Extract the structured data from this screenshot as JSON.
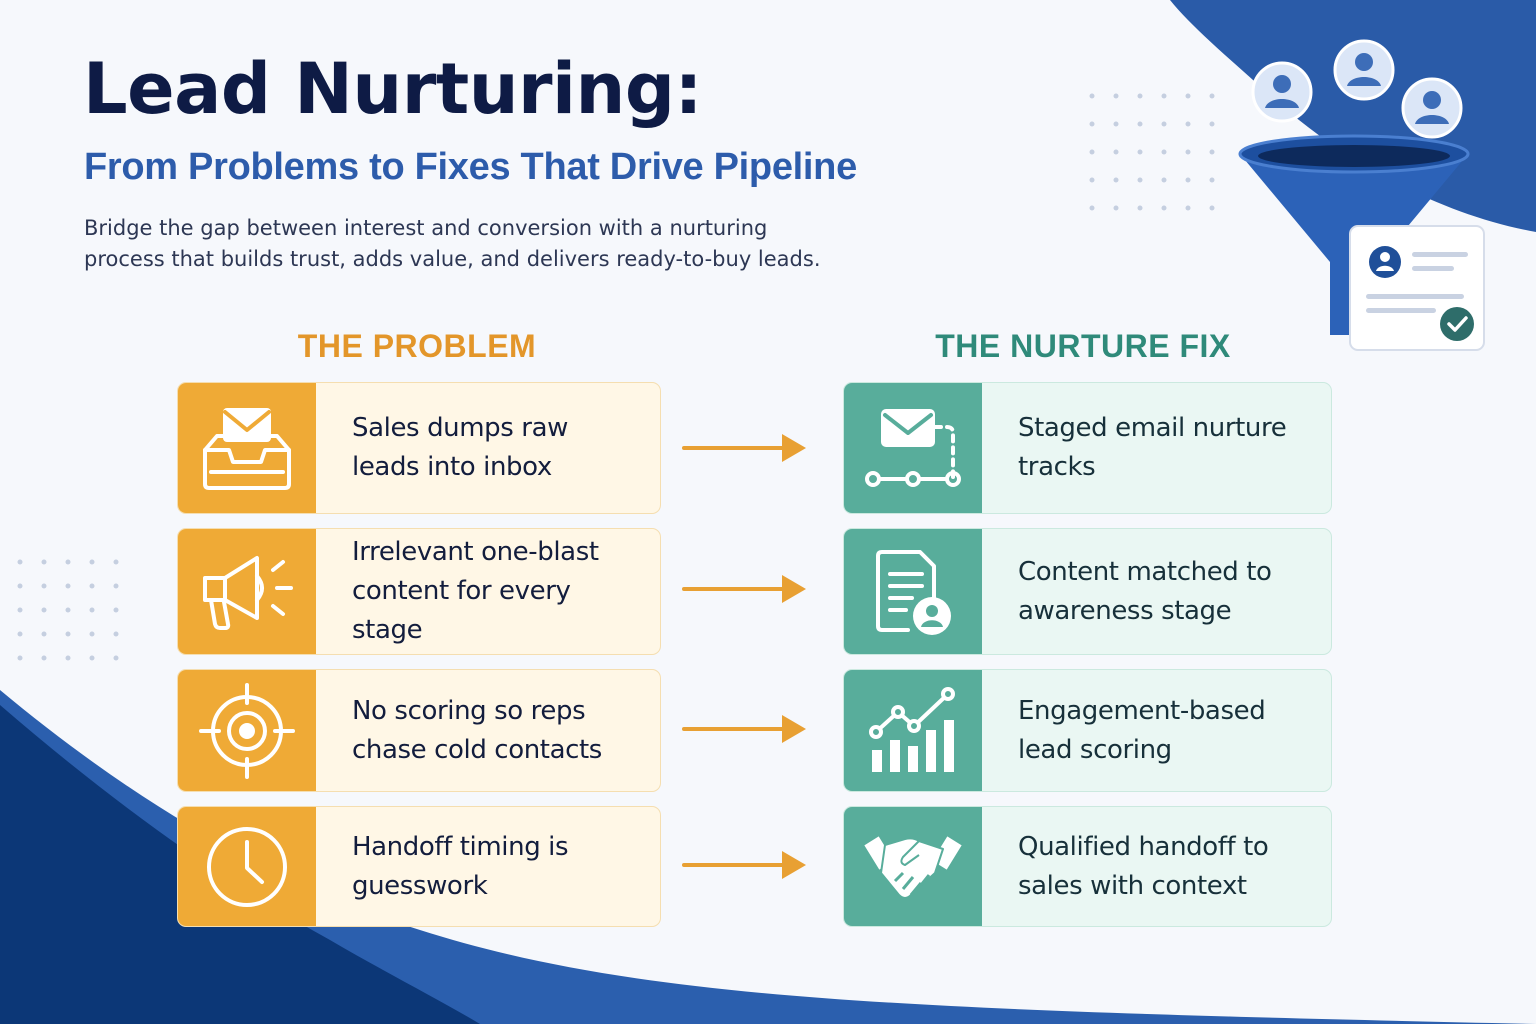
{
  "header": {
    "title": "Lead Nurturing:",
    "subtitle": "From Problems to Fixes That Drive Pipeline",
    "description": "Bridge the gap between interest and conversion with a nurturing process that builds trust, adds value, and delivers ready-to-buy leads."
  },
  "columns": {
    "problem_heading": "THE PROBLEM",
    "fix_heading": "THE NURTURE FIX"
  },
  "rows": [
    {
      "problem": "Sales dumps raw leads into inbox",
      "problem_icon": "inbox-icon",
      "fix": "Staged email nurture tracks",
      "fix_icon": "email-sequence-icon"
    },
    {
      "problem": "Irrelevant one-blast content for every stage",
      "problem_icon": "megaphone-icon",
      "fix": "Content matched to awareness stage",
      "fix_icon": "document-user-icon"
    },
    {
      "problem": "No scoring so reps chase cold contacts",
      "problem_icon": "target-icon",
      "fix": "Engagement-based lead scoring",
      "fix_icon": "growth-chart-icon"
    },
    {
      "problem": "Handoff timing is guesswork",
      "problem_icon": "clock-icon",
      "fix": "Qualified handoff to sales with context",
      "fix_icon": "handshake-icon"
    }
  ],
  "colors": {
    "navy": "#0e1b45",
    "blue": "#2d5cab",
    "problem_accent": "#efaa36",
    "fix_accent": "#58ad9b",
    "arrow": "#e8a033"
  }
}
